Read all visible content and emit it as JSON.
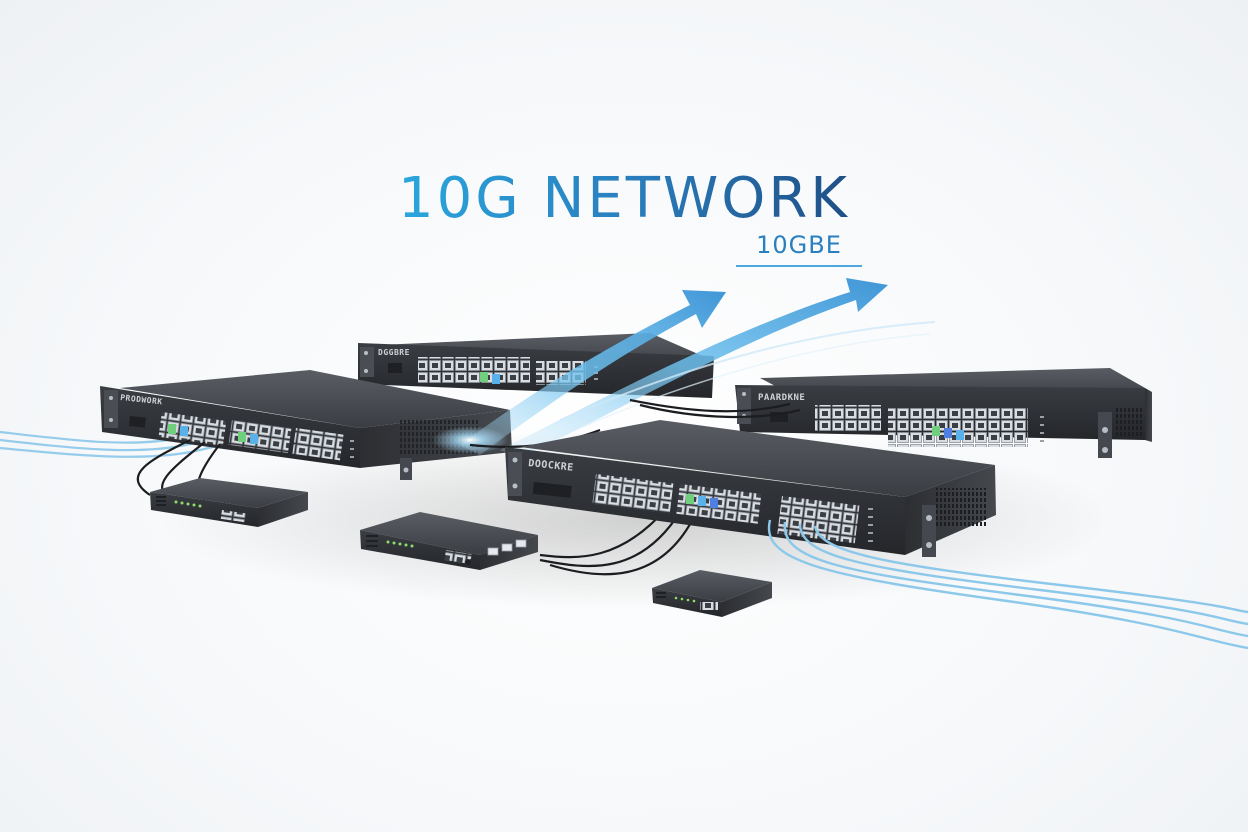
{
  "headline": "10G NETWORK",
  "badge": "10GBE",
  "switch_brands": {
    "back_center": "DGGBRE",
    "left": "PRODWORK",
    "right": "PAARDKNE",
    "front": "DOOCKRE"
  },
  "colors": {
    "headline_start": "#2aa6dc",
    "headline_end": "#1f4f86",
    "accent": "#4fa8dc",
    "fiber": "#8cc8ea",
    "switch_body": "#3a3d42"
  }
}
